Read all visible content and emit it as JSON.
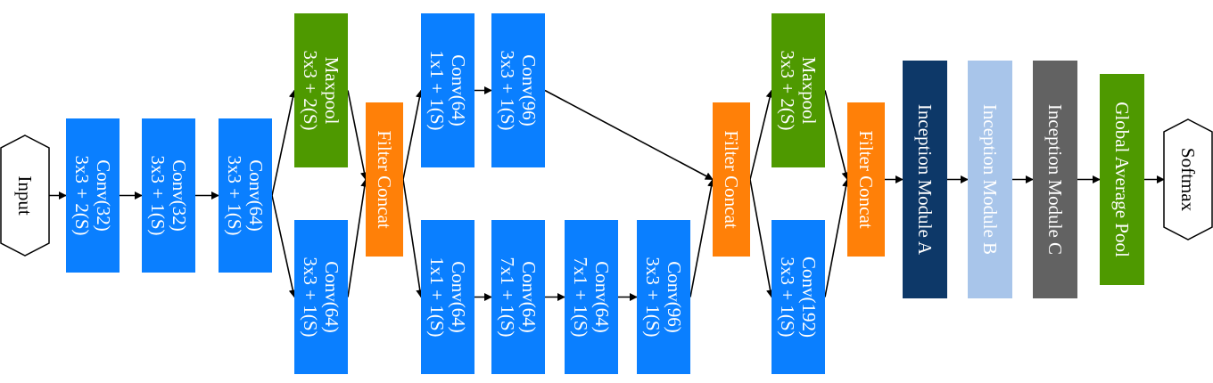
{
  "colors": {
    "conv": "#0a7fff",
    "pool": "#4e9900",
    "concat": "#ff8008",
    "module_a": "#0d3868",
    "module_b": "#a8c5ea",
    "module_c": "#626262",
    "gap": "#4e9900",
    "terminal_fill": "#ffffff",
    "terminal_stroke": "#000000",
    "text_light": "#ffffff",
    "text_dark": "#000000"
  },
  "nodes": [
    {
      "id": "input",
      "kind": "terminal",
      "lines": [
        "Input"
      ],
      "color": "terminal_fill",
      "text": "text_dark"
    },
    {
      "id": "conv1",
      "kind": "block",
      "lines": [
        "Conv(32)",
        "3x3 + 2(S)"
      ],
      "color": "conv",
      "text": "text_light"
    },
    {
      "id": "conv2",
      "kind": "block",
      "lines": [
        "Conv(32)",
        "3x3 + 1(S)"
      ],
      "color": "conv",
      "text": "text_light"
    },
    {
      "id": "conv3",
      "kind": "block",
      "lines": [
        "Conv(64)",
        "3x3 + 1(S)"
      ],
      "color": "conv",
      "text": "text_light"
    },
    {
      "id": "maxpool1",
      "kind": "block",
      "lines": [
        "Maxpool",
        "3x3 + 2(S)"
      ],
      "color": "pool",
      "text": "text_light"
    },
    {
      "id": "conv4",
      "kind": "block",
      "lines": [
        "Conv(64)",
        "3x3 + 1(S)"
      ],
      "color": "conv",
      "text": "text_light"
    },
    {
      "id": "concat1",
      "kind": "block",
      "lines": [
        "Filter Concat"
      ],
      "color": "concat",
      "text": "text_light"
    },
    {
      "id": "conv5",
      "kind": "block",
      "lines": [
        "Conv(64)",
        "1x1 + 1(S)"
      ],
      "color": "conv",
      "text": "text_light"
    },
    {
      "id": "conv6",
      "kind": "block",
      "lines": [
        "Conv(96)",
        "3x3 + 1(S)"
      ],
      "color": "conv",
      "text": "text_light"
    },
    {
      "id": "conv7",
      "kind": "block",
      "lines": [
        "Conv(64)",
        "1x1 + 1(S)"
      ],
      "color": "conv",
      "text": "text_light"
    },
    {
      "id": "conv8",
      "kind": "block",
      "lines": [
        "Conv(64)",
        "7x1 + 1(S)"
      ],
      "color": "conv",
      "text": "text_light"
    },
    {
      "id": "conv9",
      "kind": "block",
      "lines": [
        "Conv(64)",
        "7x1 + 1(S)"
      ],
      "color": "conv",
      "text": "text_light"
    },
    {
      "id": "conv10",
      "kind": "block",
      "lines": [
        "Conv(96)",
        "3x3 + 1(S)"
      ],
      "color": "conv",
      "text": "text_light"
    },
    {
      "id": "concat2",
      "kind": "block",
      "lines": [
        "Filter Concat"
      ],
      "color": "concat",
      "text": "text_light"
    },
    {
      "id": "maxpool2",
      "kind": "block",
      "lines": [
        "Maxpool",
        "3x3 + 2(S)"
      ],
      "color": "pool",
      "text": "text_light"
    },
    {
      "id": "conv11",
      "kind": "block",
      "lines": [
        "Conv(192)",
        "3x3 + 1(S)"
      ],
      "color": "conv",
      "text": "text_light"
    },
    {
      "id": "concat3",
      "kind": "block",
      "lines": [
        "Filter Concat"
      ],
      "color": "concat",
      "text": "text_light"
    },
    {
      "id": "module_a",
      "kind": "block",
      "lines": [
        "Inception Module A"
      ],
      "color": "module_a",
      "text": "text_light"
    },
    {
      "id": "module_b",
      "kind": "block",
      "lines": [
        "Inception Module B"
      ],
      "color": "module_b",
      "text": "text_light"
    },
    {
      "id": "module_c",
      "kind": "block",
      "lines": [
        "Inception Module C"
      ],
      "color": "module_c",
      "text": "text_light"
    },
    {
      "id": "gap",
      "kind": "block",
      "lines": [
        "Global Average Pool"
      ],
      "color": "gap",
      "text": "text_light"
    },
    {
      "id": "softmax",
      "kind": "terminal",
      "lines": [
        "Softmax"
      ],
      "color": "terminal_fill",
      "text": "text_dark"
    }
  ],
  "edges": [
    [
      "input",
      "conv1"
    ],
    [
      "conv1",
      "conv2"
    ],
    [
      "conv2",
      "conv3"
    ],
    [
      "conv3",
      "maxpool1"
    ],
    [
      "conv3",
      "conv4"
    ],
    [
      "maxpool1",
      "concat1"
    ],
    [
      "conv4",
      "concat1"
    ],
    [
      "concat1",
      "conv5"
    ],
    [
      "concat1",
      "conv7"
    ],
    [
      "conv5",
      "conv6"
    ],
    [
      "conv6",
      "concat2"
    ],
    [
      "conv7",
      "conv8"
    ],
    [
      "conv8",
      "conv9"
    ],
    [
      "conv9",
      "conv10"
    ],
    [
      "conv10",
      "concat2"
    ],
    [
      "concat2",
      "maxpool2"
    ],
    [
      "concat2",
      "conv11"
    ],
    [
      "maxpool2",
      "concat3"
    ],
    [
      "conv11",
      "concat3"
    ],
    [
      "concat3",
      "module_a"
    ],
    [
      "module_a",
      "module_b"
    ],
    [
      "module_b",
      "module_c"
    ],
    [
      "module_c",
      "gap"
    ],
    [
      "gap",
      "softmax"
    ]
  ]
}
